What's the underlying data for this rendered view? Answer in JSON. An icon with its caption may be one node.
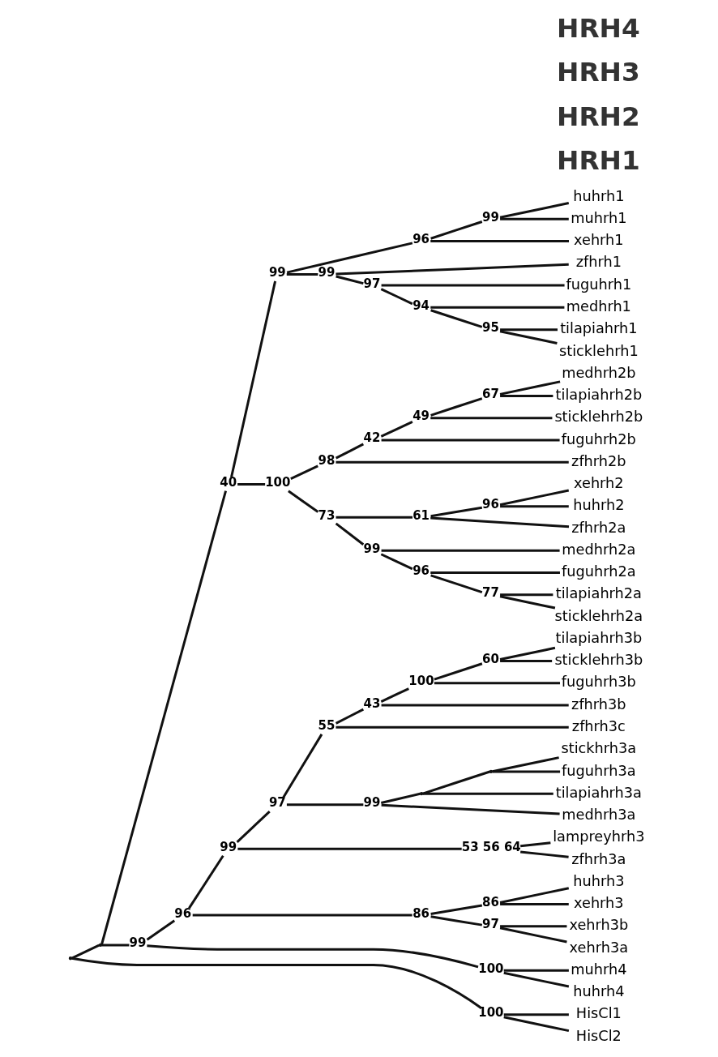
{
  "diagram": {
    "nodes": [
      {
        "text": [],
        "shape": "point"
      },
      {
        "text": [],
        "shape": "point"
      },
      {
        "text": [],
        "shape": "point",
        "beside": [
          "40"
        ]
      },
      {
        "text": [],
        "shape": "point",
        "beside": [
          "99"
        ]
      },
      {
        "text": [],
        "shape": "point",
        "beside": [
          "96"
        ]
      },
      {
        "text": [],
        "shape": "point",
        "beside": [
          "99"
        ]
      },
      {
        "text": [
          "huhrh1"
        ]
      },
      {
        "text": [
          "muhrh1"
        ]
      },
      {
        "text": [
          "xehrh1"
        ]
      },
      {
        "text": [],
        "shape": "point",
        "beside": [
          "99"
        ]
      },
      {
        "text": [
          "zfhrh1"
        ]
      },
      {
        "text": [],
        "shape": "point",
        "beside": [
          "97"
        ]
      },
      {
        "text": [
          "fuguhrh1"
        ]
      },
      {
        "text": [],
        "shape": "point",
        "beside": [
          "94"
        ]
      },
      {
        "text": [
          "medhrh1"
        ]
      },
      {
        "text": [],
        "shape": "point",
        "beside": [
          "95"
        ]
      },
      {
        "text": [
          "tilapiahrh1"
        ]
      },
      {
        "text": [
          "sticklehrh1"
        ]
      },
      {
        "text": [],
        "shape": "point",
        "beside": [
          "100"
        ]
      },
      {
        "text": [],
        "shape": "point",
        "beside": [
          "98"
        ]
      },
      {
        "text": [],
        "shape": "point",
        "beside": [
          "42"
        ]
      },
      {
        "text": [],
        "shape": "point",
        "beside": [
          "49"
        ]
      },
      {
        "text": [],
        "shape": "point",
        "beside": [
          "67"
        ]
      },
      {
        "text": [
          "medhrh2b"
        ]
      },
      {
        "text": [
          "tilapiahrh2b"
        ]
      },
      {
        "text": [
          "sticklehrh2b"
        ]
      },
      {
        "text": [
          "fuguhrh2b"
        ]
      },
      {
        "text": [
          "zfhrh2b"
        ]
      },
      {
        "text": [],
        "shape": "point",
        "beside": [
          "73"
        ]
      },
      {
        "text": [],
        "shape": "point",
        "beside": [
          "61"
        ]
      },
      {
        "text": [],
        "shape": "point",
        "beside": [
          "96"
        ]
      },
      {
        "text": [
          "xehrh2"
        ]
      },
      {
        "text": [
          "huhrh2"
        ]
      },
      {
        "text": [
          "zfhrh2a"
        ]
      },
      {
        "text": [],
        "shape": "point",
        "beside": [
          "99"
        ]
      },
      {
        "text": [
          "medhrh2a"
        ]
      },
      {
        "text": [],
        "shape": "point",
        "beside": [
          "96"
        ]
      },
      {
        "text": [
          "fuguhrh2a"
        ]
      },
      {
        "text": [],
        "shape": "point",
        "beside": [
          "77"
        ]
      },
      {
        "text": [
          "tilapiahrh2a"
        ]
      },
      {
        "text": [
          "sticklehrh2a"
        ]
      },
      {
        "text": [],
        "shape": "point",
        "beside": [
          "99"
        ]
      },
      {
        "text": [],
        "shape": "point",
        "beside": [
          "96"
        ]
      },
      {
        "text": [],
        "shape": "point",
        "beside": [
          "99"
        ]
      },
      {
        "text": [],
        "shape": "point",
        "beside": [
          "97"
        ]
      },
      {
        "text": [],
        "shape": "point",
        "beside": [
          "55"
        ]
      },
      {
        "text": [],
        "shape": "point",
        "beside": [
          "43"
        ]
      },
      {
        "text": [],
        "shape": "point",
        "beside": [
          "100"
        ]
      },
      {
        "text": [],
        "shape": "point",
        "beside": [
          "60"
        ]
      },
      {
        "text": [
          "tilapiahrh3b"
        ]
      },
      {
        "text": [
          "sticklehrh3b"
        ]
      },
      {
        "text": [
          "fuguhrh3b"
        ]
      },
      {
        "text": [
          "zfhrh3b"
        ]
      },
      {
        "text": [
          "zfhrh3c"
        ]
      },
      {
        "text": [],
        "shape": "point",
        "beside": [
          "99"
        ]
      },
      {
        "text": [],
        "shape": "point"
      },
      {
        "text": [],
        "shape": "point"
      },
      {
        "text": [
          "stickhrh3a"
        ]
      },
      {
        "text": [
          "fuguhrh3a"
        ]
      },
      {
        "text": [
          "tilapiahrh3a"
        ]
      },
      {
        "text": [
          "medhrh3a"
        ]
      },
      {
        "text": [],
        "shape": "point",
        "beside": [
          "53",
          "56",
          "64"
        ]
      },
      {
        "text": [
          "lampreyhrh3"
        ]
      },
      {
        "text": [
          "zfhrh3a"
        ]
      },
      {
        "text": [],
        "shape": "point",
        "beside": [
          "86"
        ]
      },
      {
        "text": [],
        "shape": "point",
        "beside": [
          "86"
        ]
      },
      {
        "text": [
          "huhrh3"
        ]
      },
      {
        "text": [
          "xehrh3"
        ]
      },
      {
        "text": [],
        "shape": "point",
        "beside": [
          "97"
        ]
      },
      {
        "text": [
          "xehrh3b"
        ]
      },
      {
        "text": [
          "xehrh3a"
        ]
      },
      {
        "text": [],
        "shape": "point",
        "beside": [
          "100"
        ]
      },
      {
        "text": [
          "muhrh4"
        ]
      },
      {
        "text": [
          "huhrh4"
        ]
      },
      {
        "text": [],
        "shape": "point",
        "beside": [
          "100"
        ]
      },
      {
        "text": [
          "HisCl1"
        ]
      },
      {
        "text": [
          "HisCl2"
        ]
      }
    ],
    "edges": [
      {
        "from": 0,
        "to": 1,
        "arrow": "none"
      },
      {
        "from": 0,
        "to": 74,
        "arrow": "none"
      },
      {
        "from": 1,
        "to": 2,
        "arrow": "none"
      },
      {
        "from": 1,
        "to": 41,
        "arrow": "none"
      },
      {
        "from": 2,
        "to": 3,
        "arrow": "none"
      },
      {
        "from": 2,
        "to": 18,
        "arrow": "none"
      },
      {
        "from": 3,
        "to": 4,
        "arrow": "none"
      },
      {
        "from": 3,
        "to": 9,
        "arrow": "none"
      },
      {
        "from": 4,
        "to": 5,
        "arrow": "none"
      },
      {
        "from": 4,
        "to": 8,
        "arrow": "none"
      },
      {
        "from": 5,
        "to": 6,
        "arrow": "none"
      },
      {
        "from": 5,
        "to": 7,
        "arrow": "none"
      },
      {
        "from": 9,
        "to": 10,
        "arrow": "none"
      },
      {
        "from": 9,
        "to": 11,
        "arrow": "none"
      },
      {
        "from": 11,
        "to": 12,
        "arrow": "none"
      },
      {
        "from": 11,
        "to": 13,
        "arrow": "none"
      },
      {
        "from": 13,
        "to": 14,
        "arrow": "none"
      },
      {
        "from": 13,
        "to": 15,
        "arrow": "none"
      },
      {
        "from": 15,
        "to": 16,
        "arrow": "none"
      },
      {
        "from": 15,
        "to": 17,
        "arrow": "none"
      },
      {
        "from": 18,
        "to": 19,
        "arrow": "none"
      },
      {
        "from": 18,
        "to": 28,
        "arrow": "none"
      },
      {
        "from": 19,
        "to": 20,
        "arrow": "none"
      },
      {
        "from": 19,
        "to": 27,
        "arrow": "none"
      },
      {
        "from": 20,
        "to": 21,
        "arrow": "none"
      },
      {
        "from": 20,
        "to": 26,
        "arrow": "none"
      },
      {
        "from": 21,
        "to": 22,
        "arrow": "none"
      },
      {
        "from": 21,
        "to": 25,
        "arrow": "none"
      },
      {
        "from": 22,
        "to": 23,
        "arrow": "none"
      },
      {
        "from": 22,
        "to": 24,
        "arrow": "none"
      },
      {
        "from": 28,
        "to": 29,
        "arrow": "none"
      },
      {
        "from": 28,
        "to": 34,
        "arrow": "none"
      },
      {
        "from": 29,
        "to": 30,
        "arrow": "none"
      },
      {
        "from": 29,
        "to": 33,
        "arrow": "none"
      },
      {
        "from": 30,
        "to": 31,
        "arrow": "none"
      },
      {
        "from": 30,
        "to": 32,
        "arrow": "none"
      },
      {
        "from": 34,
        "to": 35,
        "arrow": "none"
      },
      {
        "from": 34,
        "to": 36,
        "arrow": "none"
      },
      {
        "from": 36,
        "to": 37,
        "arrow": "none"
      },
      {
        "from": 36,
        "to": 38,
        "arrow": "none"
      },
      {
        "from": 38,
        "to": 39,
        "arrow": "none"
      },
      {
        "from": 38,
        "to": 40,
        "arrow": "none"
      },
      {
        "from": 41,
        "to": 42,
        "arrow": "none"
      },
      {
        "from": 41,
        "to": 71,
        "arrow": "none"
      },
      {
        "from": 42,
        "to": 43,
        "arrow": "none"
      },
      {
        "from": 42,
        "to": 64,
        "arrow": "none"
      },
      {
        "from": 43,
        "to": 44,
        "arrow": "none"
      },
      {
        "from": 43,
        "to": 61,
        "arrow": "none"
      },
      {
        "from": 44,
        "to": 45,
        "arrow": "none"
      },
      {
        "from": 44,
        "to": 54,
        "arrow": "none"
      },
      {
        "from": 45,
        "to": 46,
        "arrow": "none"
      },
      {
        "from": 45,
        "to": 53,
        "arrow": "none"
      },
      {
        "from": 46,
        "to": 47,
        "arrow": "none"
      },
      {
        "from": 46,
        "to": 52,
        "arrow": "none"
      },
      {
        "from": 47,
        "to": 48,
        "arrow": "none"
      },
      {
        "from": 47,
        "to": 51,
        "arrow": "none"
      },
      {
        "from": 48,
        "to": 49,
        "arrow": "none"
      },
      {
        "from": 48,
        "to": 50,
        "arrow": "none"
      },
      {
        "from": 54,
        "to": 55,
        "arrow": "none"
      },
      {
        "from": 54,
        "to": 60,
        "arrow": "none"
      },
      {
        "from": 55,
        "to": 56,
        "arrow": "none"
      },
      {
        "from": 55,
        "to": 59,
        "arrow": "none"
      },
      {
        "from": 56,
        "to": 57,
        "arrow": "none"
      },
      {
        "from": 56,
        "to": 58,
        "arrow": "none"
      },
      {
        "from": 61,
        "to": 62,
        "arrow": "none"
      },
      {
        "from": 61,
        "to": 63,
        "arrow": "none"
      },
      {
        "from": 64,
        "to": 65,
        "arrow": "none"
      },
      {
        "from": 64,
        "to": 68,
        "arrow": "none"
      },
      {
        "from": 65,
        "to": 66,
        "arrow": "none"
      },
      {
        "from": 65,
        "to": 67,
        "arrow": "none"
      },
      {
        "from": 68,
        "to": 69,
        "arrow": "none"
      },
      {
        "from": 68,
        "to": 70,
        "arrow": "none"
      },
      {
        "from": 71,
        "to": 72,
        "arrow": "none"
      },
      {
        "from": 71,
        "to": 73,
        "arrow": "none"
      },
      {
        "from": 74,
        "to": 75,
        "arrow": "none"
      },
      {
        "from": 74,
        "to": 76,
        "arrow": "none"
      }
    ],
    "labels": [
      "HRH1",
      "HRH2",
      "HRH3",
      "HRH4"
    ]
  }
}
